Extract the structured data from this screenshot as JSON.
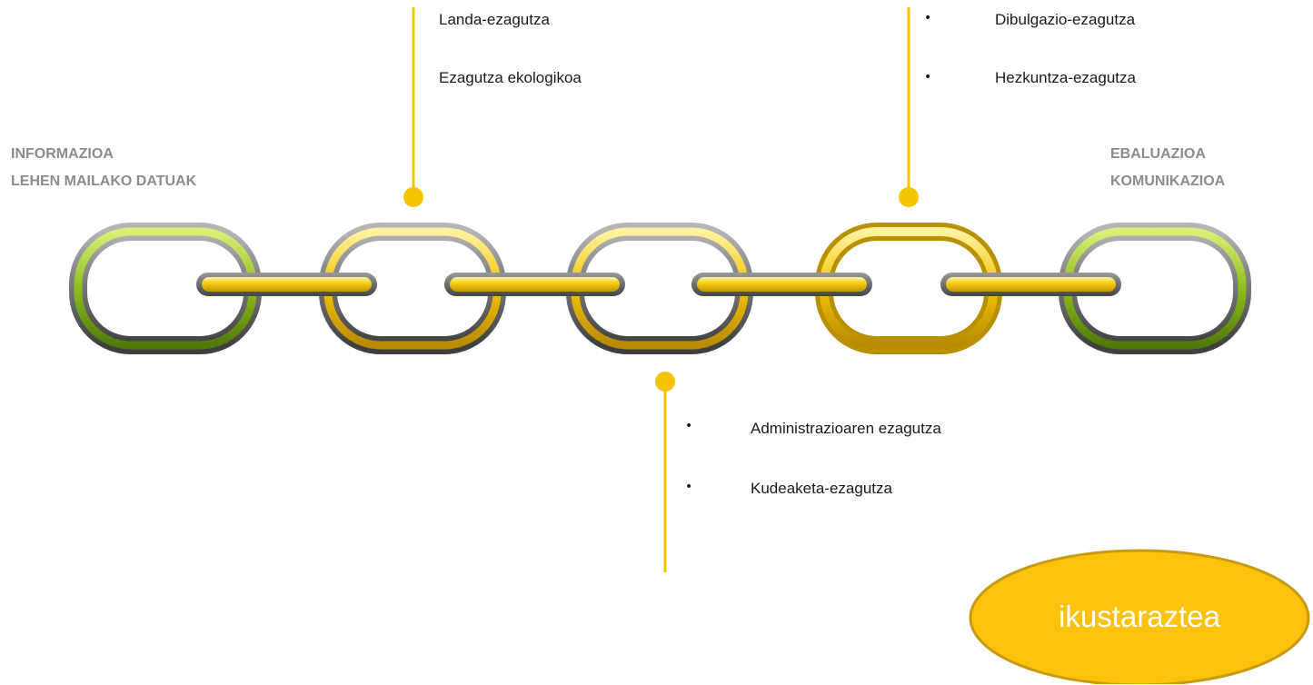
{
  "labels": {
    "left_line1": "INFORMAZIOA",
    "left_line2": "LEHEN MAILAKO  DATUAK",
    "right_line1": "EBALUAZIOA",
    "right_line2": "KOMUNIKAZIOA"
  },
  "callouts": {
    "link2": {
      "items": [
        "Landa-ezagutza",
        "Ezagutza ekologikoa"
      ]
    },
    "link4": {
      "bullet": "•",
      "items": [
        "Dibulgazio-ezagutza",
        "Hezkuntza-ezagutza"
      ]
    },
    "link3": {
      "bullet": "•",
      "items": [
        "Administrazioaren ezagutza",
        "Kudeaketa-ezagutza"
      ]
    }
  },
  "button": {
    "label": "ikustaraztea"
  },
  "colors": {
    "gold": "#f5c400",
    "green": "#8fbf1f",
    "steel": "#6e6e6e",
    "ellipse_fill": "#fdc20b",
    "ellipse_border": "#c79a12",
    "label_gray": "#8c8c8c"
  }
}
